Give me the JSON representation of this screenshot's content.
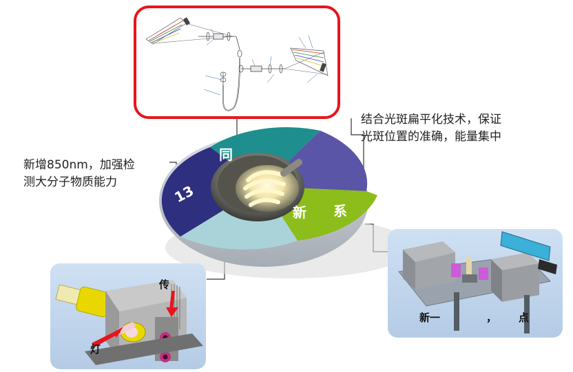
{
  "callouts": {
    "top_right": {
      "line1": "结合光斑扁平化技术，保证",
      "line2": "光斑位置的准确，能量集中"
    },
    "left": {
      "line1": "新增850nm，加强检",
      "line2": "测大分子物质能力"
    }
  },
  "wheel": {
    "segment_labels": [
      "13",
      "同",
      "新",
      "系"
    ],
    "colors": {
      "navy": "#2e2f7e",
      "teal": "#1f8e8e",
      "purple": "#5a55a6",
      "green": "#8cbd1a",
      "light_blue": "#a9d3d9",
      "rim": "#c9cdd3"
    }
  },
  "panels": {
    "left_lamp": {
      "label_top": "传",
      "label_bottom": "灯"
    },
    "right_module": {
      "label_left": "新一",
      "label_mid": "，",
      "label_right": "点"
    }
  },
  "accent_colors": {
    "red_frame": "#e8141c",
    "arrow_red": "#e8141c"
  }
}
